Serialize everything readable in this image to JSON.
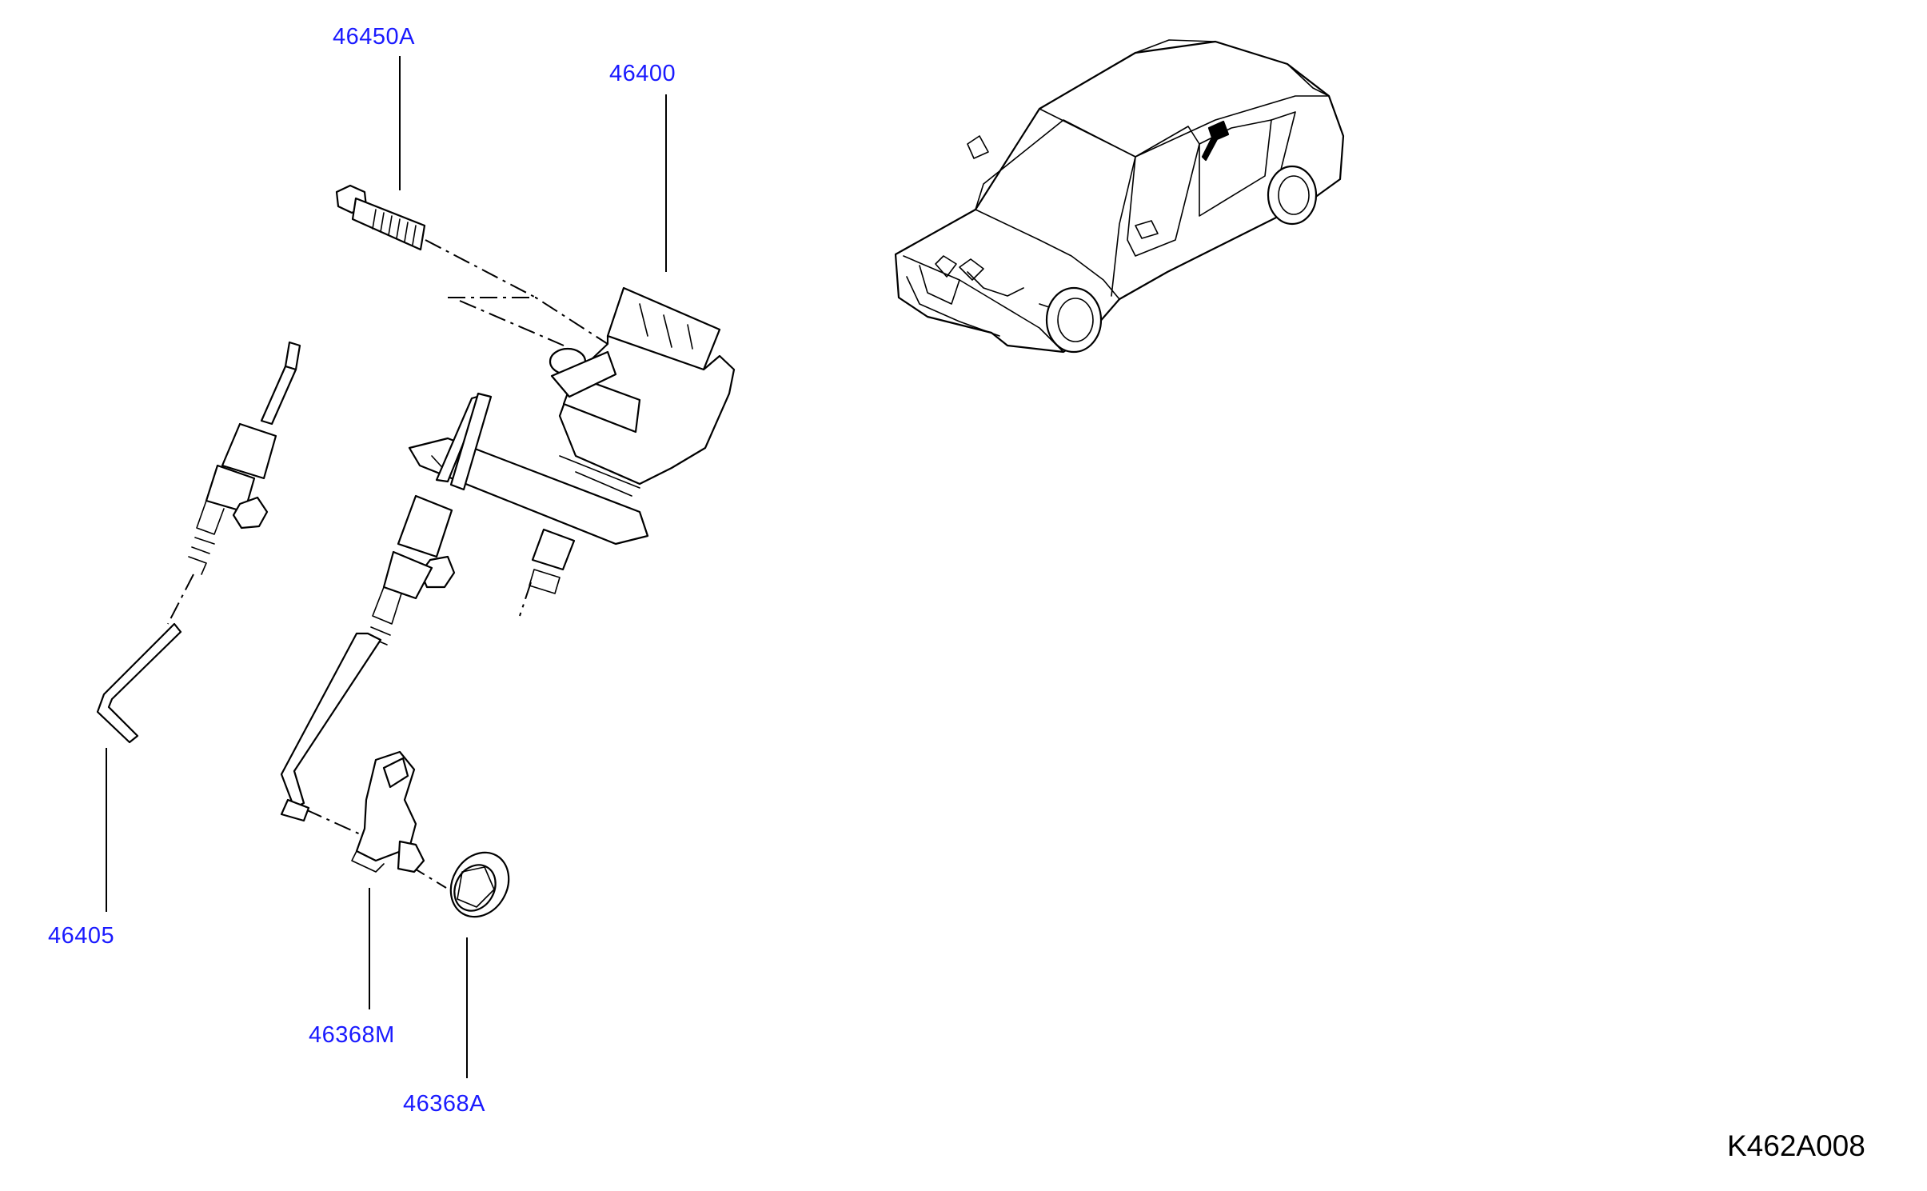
{
  "callouts": {
    "bolt": "46450A",
    "master_cylinder": "46400",
    "tube_left": "46405",
    "clip": "46368M",
    "grommet": "46368A"
  },
  "figure_code": "K462A008",
  "colors": {
    "callout_text": "#1a1aff",
    "line_art": "#000000",
    "background": "#ffffff"
  }
}
